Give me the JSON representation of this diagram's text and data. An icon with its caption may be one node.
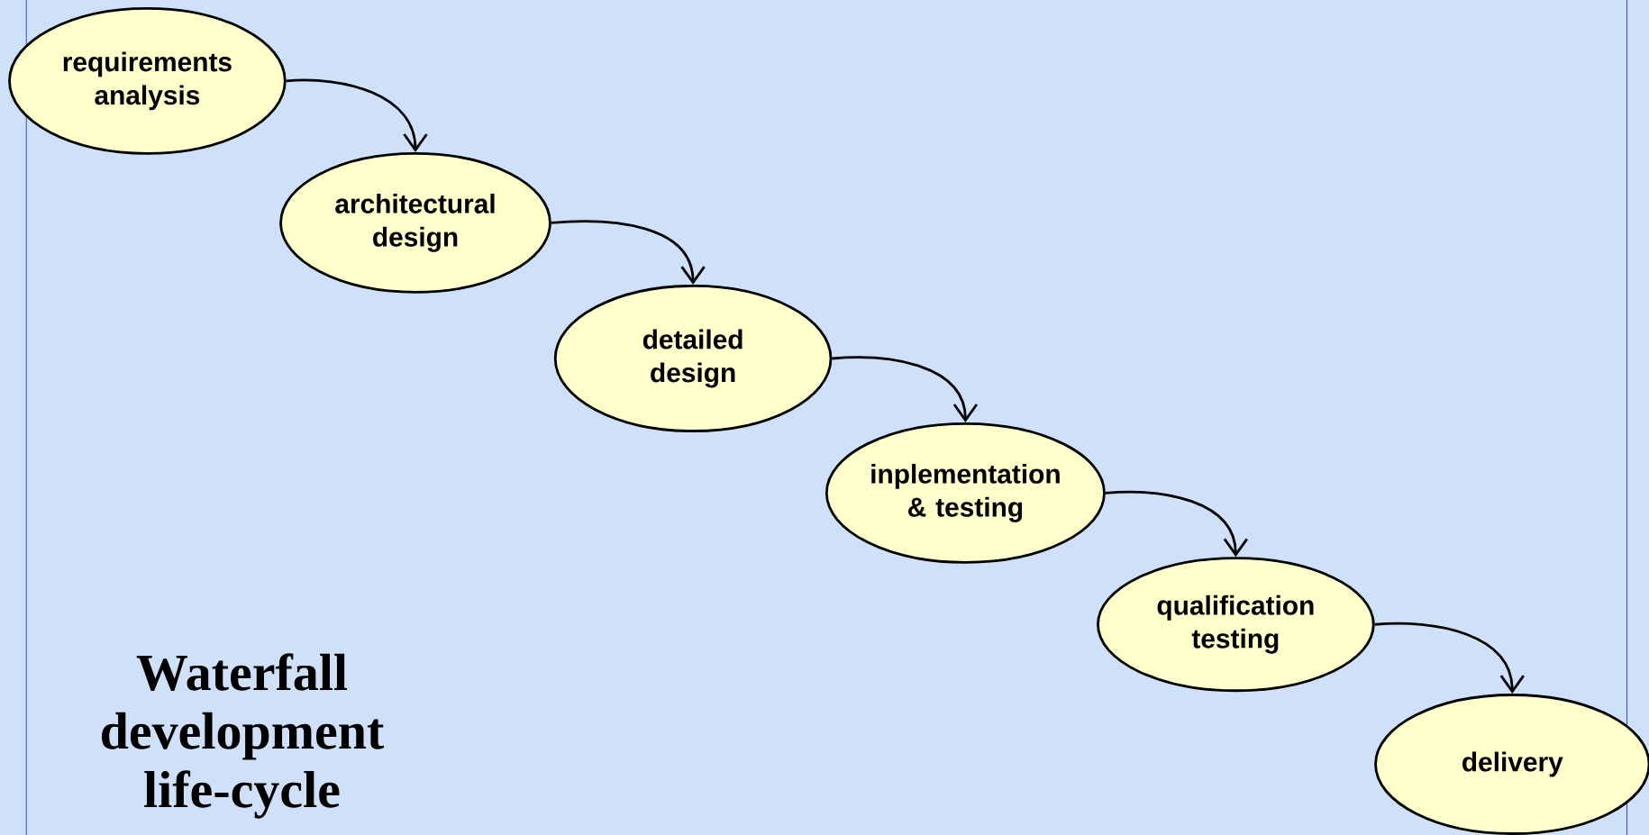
{
  "diagram": {
    "title": "Waterfall development life-cycle",
    "nodes": [
      {
        "text": [
          "requirements analysis"
        ]
      },
      {
        "text": [
          "architectural design"
        ]
      },
      {
        "text": [
          "detailed design"
        ]
      },
      {
        "text": [
          "inplementation & testing"
        ]
      },
      {
        "text": [
          "qualification testing"
        ]
      },
      {
        "text": [
          "delivery"
        ]
      }
    ],
    "edges": [
      {
        "from": 0,
        "to": 1,
        "arrow": "to"
      },
      {
        "from": 1,
        "to": 2,
        "arrow": "to"
      },
      {
        "from": 2,
        "to": 3,
        "arrow": "to"
      },
      {
        "from": 3,
        "to": 4,
        "arrow": "to"
      },
      {
        "from": 4,
        "to": 5,
        "arrow": "to"
      }
    ]
  }
}
